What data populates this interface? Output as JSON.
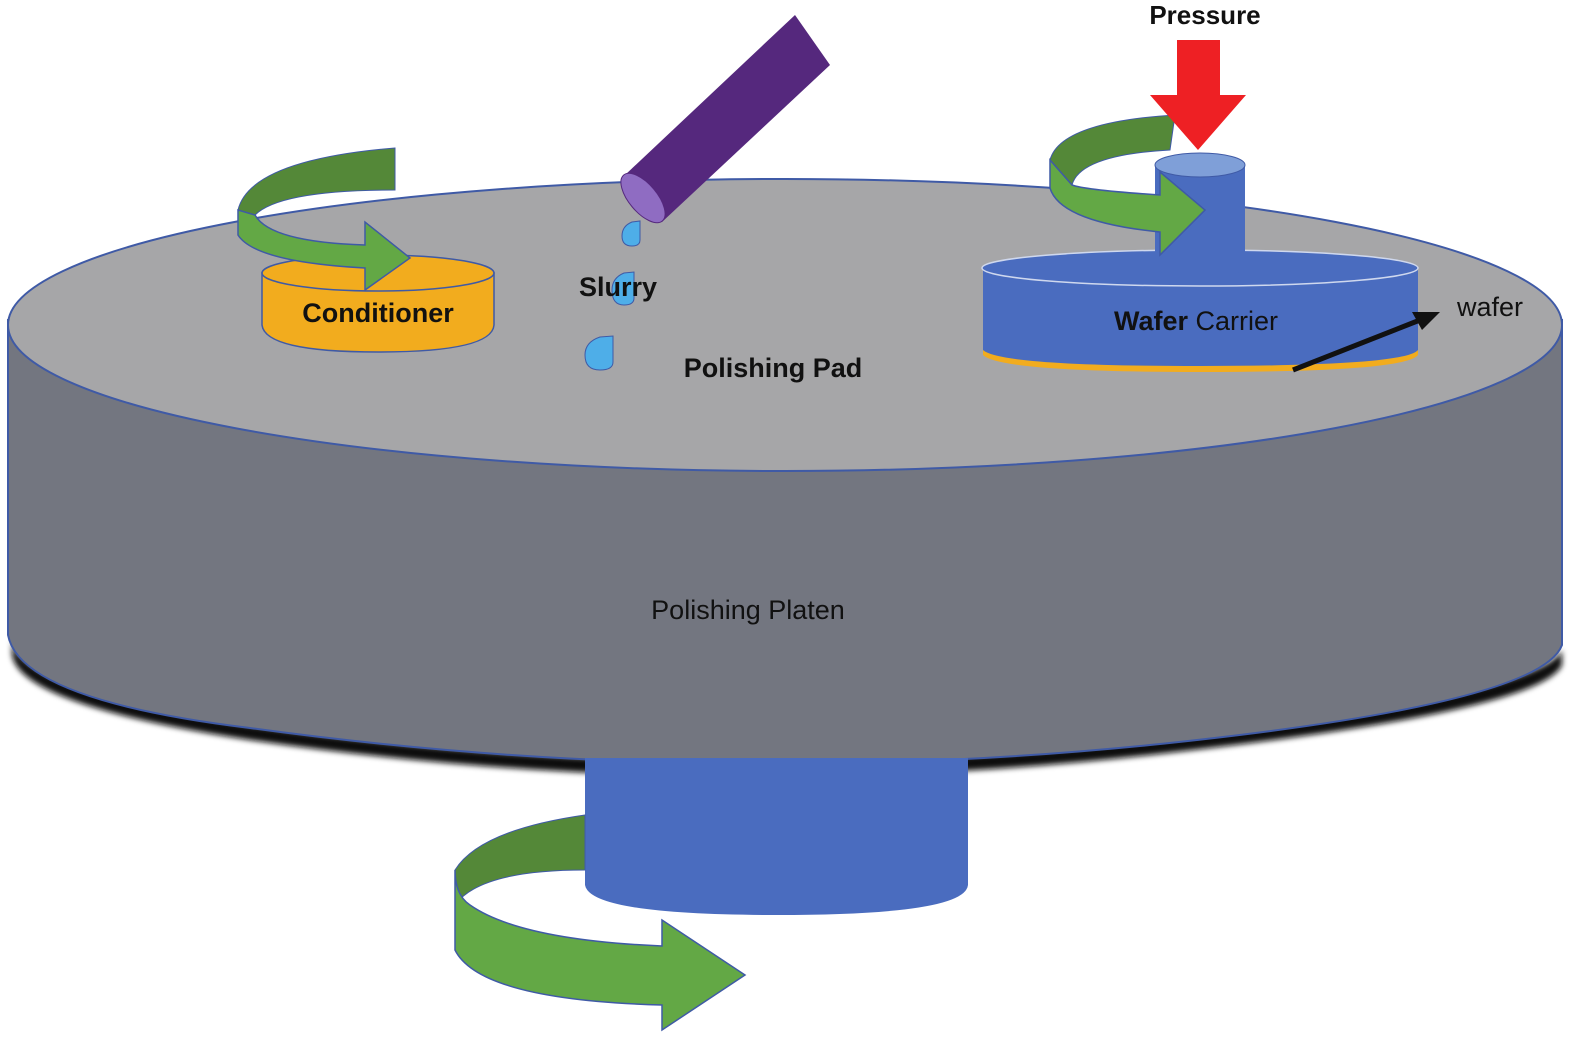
{
  "title": "Chemical Mechanical Polishing (CMP) setup",
  "labels": {
    "pressure": "Pressure",
    "conditioner": "Conditioner",
    "slurry": "Slurry",
    "polishing_pad": "Polishing Pad",
    "wafer_carrier_bold": "Wafer",
    "wafer_carrier_rest": " Carrier",
    "wafer": "wafer",
    "polishing_platen": "Polishing Platen"
  },
  "colors": {
    "pad_top": "#a6a6a8",
    "platen_side": "#737680",
    "outline": "#3f5aa6",
    "carrier_blue": "#4a6cbf",
    "carrier_top_light": "#7f9fd8",
    "conditioner_orange": "#f2ac1e",
    "rotation_green_light": "#63a845",
    "rotation_green_dark": "#548838",
    "pressure_red": "#ee2024",
    "slurry_tube_purple": "#55287d",
    "slurry_tube_end": "#8f6cc2",
    "slurry_drop_blue": "#4eaee8",
    "wafer_yellow": "#f2ac1e",
    "arrow_black": "#111111"
  }
}
